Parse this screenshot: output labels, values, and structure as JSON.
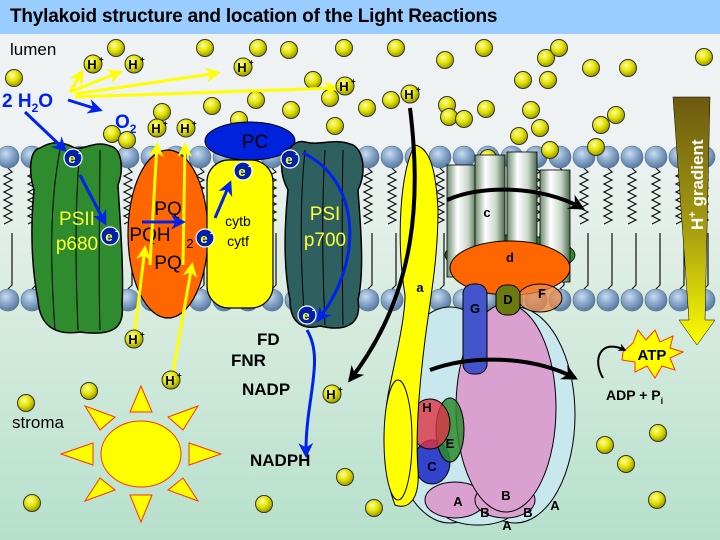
{
  "title": "Thylakoid structure and location of the Light Reactions",
  "regions": {
    "lumen": "lumen",
    "stroma": "stroma"
  },
  "water": {
    "reactant": "2 H",
    "reactant_sub": "2",
    "reactant_tail": "O",
    "product": "O",
    "product_sub": "2"
  },
  "proton": {
    "label": "H",
    "charge": "+"
  },
  "electron": {
    "label": "e",
    "charge": "-"
  },
  "psii": {
    "name": "PSII",
    "pigment": "p680"
  },
  "pq": {
    "top": "PQ",
    "middle": "PQH",
    "middle_sub": "2",
    "bottom": "PQ"
  },
  "cytochrome": {
    "line1": "cytb",
    "line2": "cytf"
  },
  "pc": {
    "label": "PC"
  },
  "psi": {
    "name": "PSI",
    "pigment": "p700"
  },
  "stroma_carriers": {
    "fd": "FD",
    "fnr": "FNR",
    "nadp": "NADP",
    "nadph": "NADPH"
  },
  "atp_synthase": {
    "subunit_a": "a",
    "subunit_c": "c",
    "subunit_d": "d",
    "subunit_D": "D",
    "subunit_F": "F",
    "subunit_G": "G",
    "subunit_H": "H",
    "subunit_E": "E",
    "subunit_C": "C",
    "subunit_A": "A",
    "subunit_B": "B"
  },
  "atp": {
    "product": "ATP",
    "substrates": "ADP + P",
    "substrates_sub": "i"
  },
  "gradient": {
    "label": "H",
    "charge": "+",
    "text": " gradient"
  },
  "colors": {
    "title_bg": "#99ccff",
    "psii": "#2e8b2e",
    "psi": "#2f6060",
    "pq": "#ff6600",
    "cyt": "#ffff00",
    "pc": "#0022dd",
    "electron_arrow": "#0022ee",
    "proton_arrow": "#ffff00",
    "proton_dot": "#e6e600",
    "atp_head": "#d9a0d0",
    "atp_stator": "#c8e8ee",
    "gradient_top": "#7a6a10",
    "gradient_bottom": "#ffff00"
  }
}
